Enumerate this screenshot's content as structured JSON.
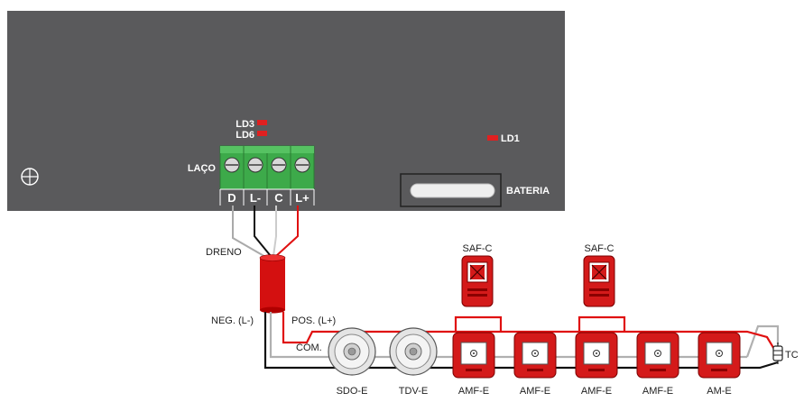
{
  "panel": {
    "leds": {
      "ld3": "LD3",
      "ld6": "LD6",
      "ld1": "LD1"
    },
    "loop_label": "LAÇO",
    "terminals": [
      "D",
      "L-",
      "C",
      "L+"
    ],
    "battery_label": "BATERIA",
    "colors": {
      "panel": "#5a5a5c",
      "terminal_block": "#3daa4a",
      "led": "#e02020"
    }
  },
  "cable": {
    "drain_label": "DRENO",
    "neg_label": "NEG. (L-)",
    "pos_label": "POS. (L+)",
    "com_label": "COM."
  },
  "devices": {
    "top_labels": [
      "SAF-C",
      "SAF-C"
    ],
    "bottom_labels": [
      "SDO-E",
      "TDV-E",
      "AMF-E",
      "AMF-E",
      "AMF-E",
      "AMF-E",
      "AM-E"
    ],
    "end_label": "TC"
  }
}
